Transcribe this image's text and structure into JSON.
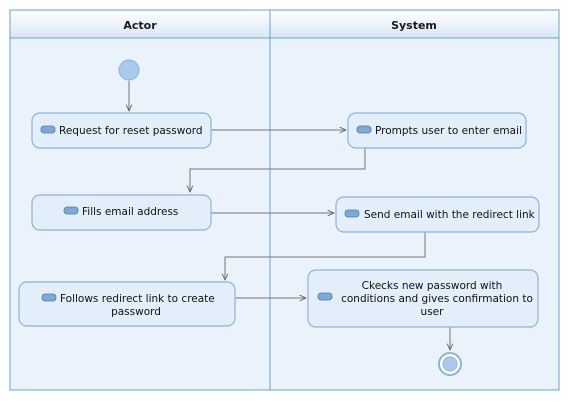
{
  "lanes": [
    {
      "id": "actor",
      "title": "Actor"
    },
    {
      "id": "system",
      "title": "System"
    }
  ],
  "nodes": {
    "request_reset": "Request for reset password",
    "prompts_email": "Prompts user to enter email",
    "fills_email": "Fills email address",
    "send_email": "Send email with the redirect link",
    "follows_link_1": "Follows redirect link to create",
    "follows_link_2": "password",
    "checks_1": "Ckecks new password with",
    "checks_2": "conditions and gives confirmation to",
    "checks_3": "user"
  },
  "colors": {
    "lane_fill": "#eaf2fb",
    "node_fill": "#e2eefa",
    "node_border": "#8fb2d4",
    "start_node": "#a9c9ee",
    "edge": "#777777"
  },
  "icons": {
    "action": "action-icon",
    "start": "initial-node",
    "end": "final-node"
  }
}
